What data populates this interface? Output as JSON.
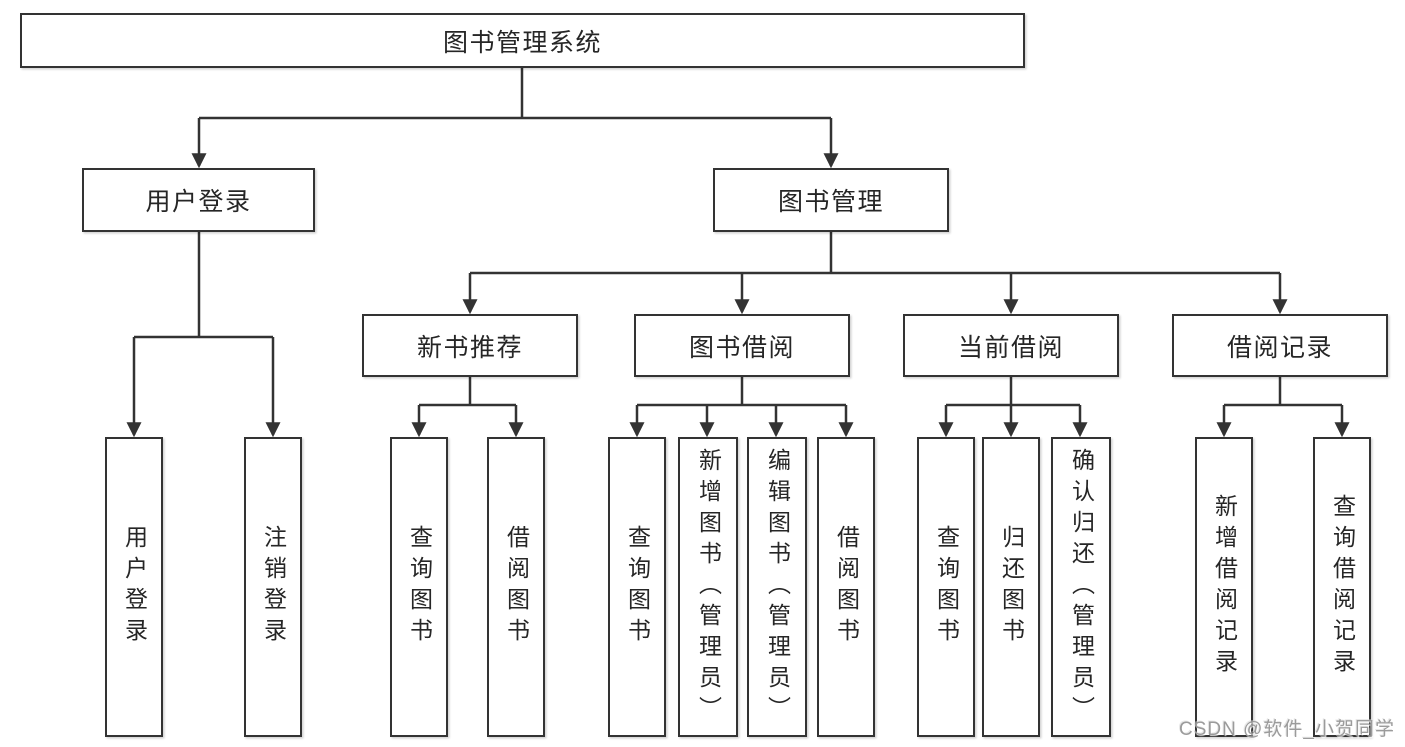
{
  "diagram": {
    "root": {
      "label": "图书管理系统"
    },
    "branches": [
      {
        "label": "用户登录",
        "children": [
          {
            "label": "用户登录"
          },
          {
            "label": "注销登录"
          }
        ]
      },
      {
        "label": "图书管理",
        "children": [
          {
            "label": "新书推荐",
            "children": [
              {
                "label": "查询图书"
              },
              {
                "label": "借阅图书"
              }
            ]
          },
          {
            "label": "图书借阅",
            "children": [
              {
                "label": "查询图书"
              },
              {
                "label": "新增图书（管理员）"
              },
              {
                "label": "编辑图书（管理员）"
              },
              {
                "label": "借阅图书"
              }
            ]
          },
          {
            "label": "当前借阅",
            "children": [
              {
                "label": "查询图书"
              },
              {
                "label": "归还图书"
              },
              {
                "label": "确认归还（管理员）"
              }
            ]
          },
          {
            "label": "借阅记录",
            "children": [
              {
                "label": "新增借阅记录"
              },
              {
                "label": "查询借阅记录"
              }
            ]
          }
        ]
      }
    ]
  },
  "watermark": {
    "text": "CSDN @软件_小贺同学"
  },
  "colors": {
    "line": "#333333",
    "box_border": "#333333",
    "box_background": "#ffffff",
    "text": "#262626",
    "watermark_text": "#9b9b9b",
    "page_background": "#ffffff"
  }
}
